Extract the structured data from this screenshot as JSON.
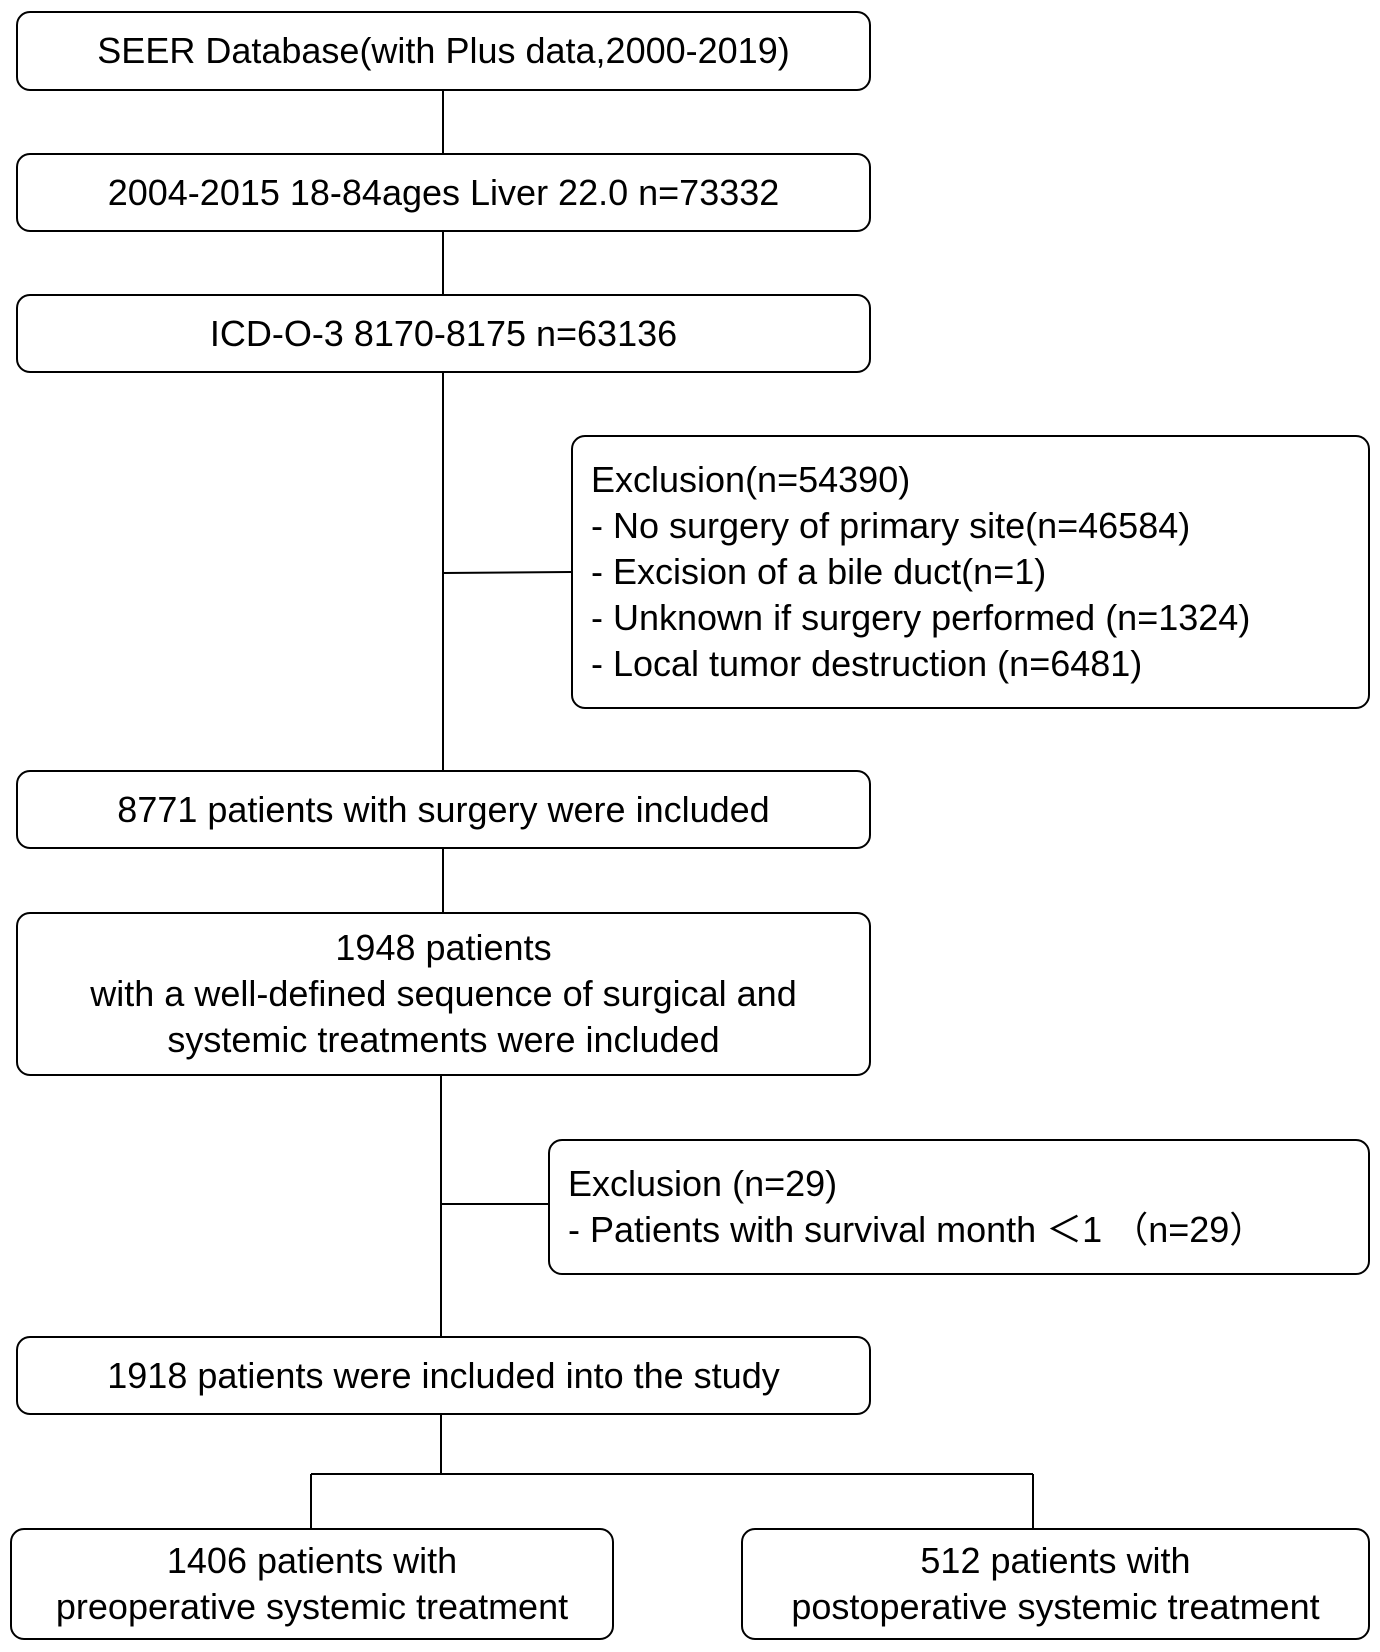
{
  "flowchart": {
    "box_seer": {
      "lines": [
        "SEER Database(with Plus data,2000-2019)"
      ]
    },
    "box_liver": {
      "lines": [
        "2004-2015 18-84ages Liver 22.0 n=73332"
      ]
    },
    "box_icd": {
      "lines": [
        "ICD-O-3 8170-8175 n=63136"
      ]
    },
    "box_exclusion1": {
      "lines": [
        "Exclusion(n=54390)",
        "- No surgery of primary site(n=46584)",
        "- Excision of a bile duct(n=1)",
        "- Unknown if surgery performed (n=1324)",
        "- Local tumor destruction (n=6481)"
      ]
    },
    "box_surgery": {
      "lines": [
        "8771 patients with surgery were included"
      ]
    },
    "box_sequence": {
      "lines": [
        "1948 patients",
        "with a well-defined sequence of surgical and",
        "systemic treatments were included"
      ]
    },
    "box_exclusion2": {
      "lines": [
        "Exclusion (n=29)",
        "- Patients with survival month ＜1 （n=29）"
      ]
    },
    "box_study": {
      "lines": [
        "1918 patients were included into the study"
      ]
    },
    "box_preop": {
      "lines": [
        "1406 patients with",
        "preoperative systemic treatment"
      ]
    },
    "box_postop": {
      "lines": [
        "512 patients with",
        "postoperative systemic treatment"
      ]
    }
  }
}
